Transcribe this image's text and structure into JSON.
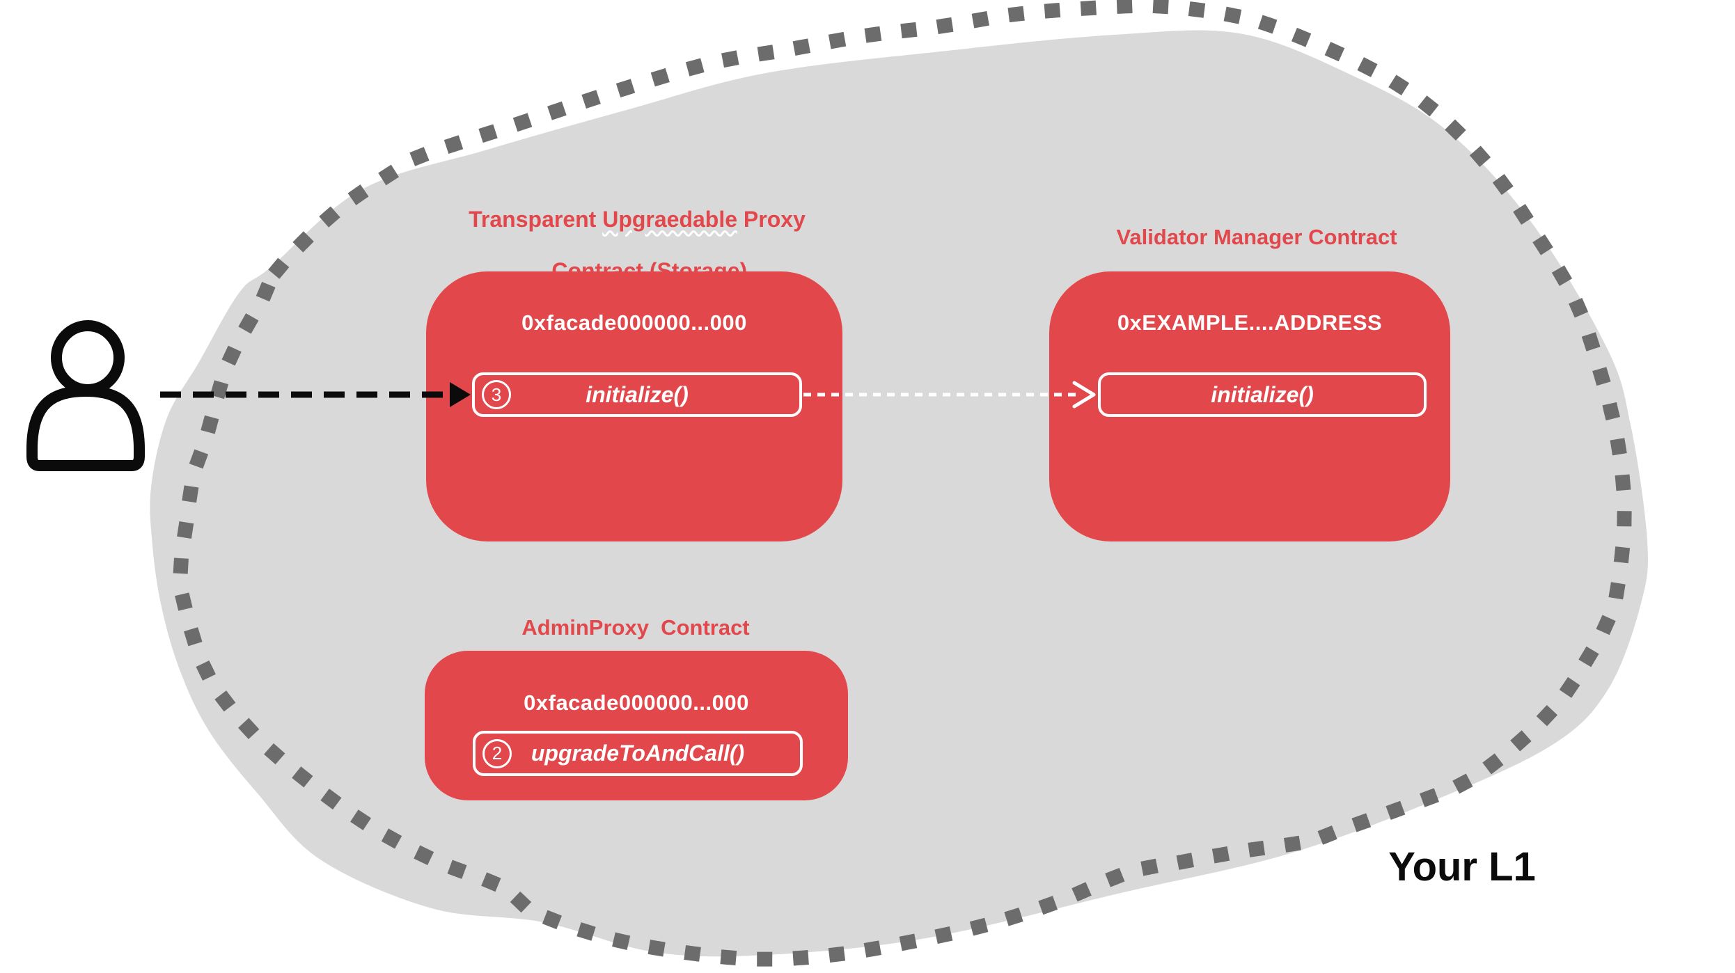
{
  "diagram": {
    "region_label": "Your L1",
    "actor": {
      "icon": "user-icon"
    },
    "colors": {
      "red": "#E2484B",
      "blob_fill": "#D9D9D9",
      "border_dots": "#6C6C6C",
      "white": "#FFFFFF",
      "black": "#0B0B0B"
    },
    "contracts": {
      "proxy": {
        "title_line1_pre": "Transparent ",
        "title_line1_misspelled": "Upgraedable",
        "title_line1_post": " Proxy",
        "title_line2": "Contract (Storage)",
        "address": "0xfacade000000...000",
        "method": {
          "step": "3",
          "label": "initialize()"
        }
      },
      "validator": {
        "title": "Validator Manager Contract",
        "address": "0xEXAMPLE....ADDRESS",
        "method": {
          "label": "initialize()"
        }
      },
      "admin": {
        "title": "AdminProxy  Contract",
        "address": "0xfacade000000...000",
        "method": {
          "step": "2",
          "label": "upgradeToAndCall()"
        }
      }
    }
  }
}
